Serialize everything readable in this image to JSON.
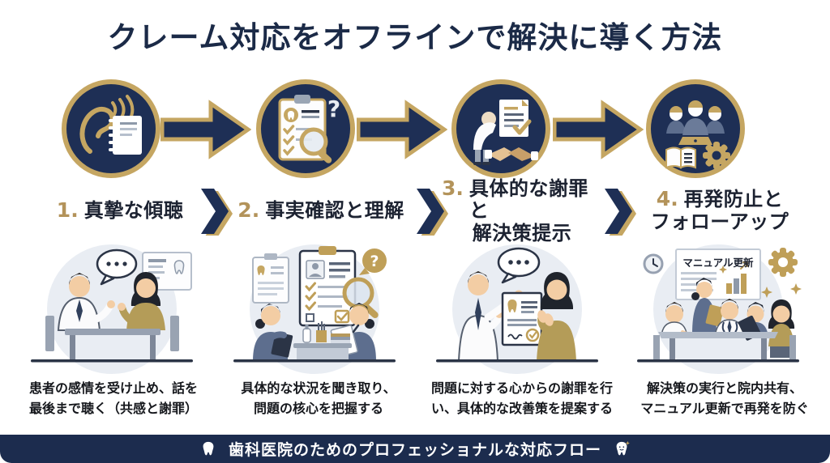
{
  "title": "クレーム対応をオフラインで解決に導く方法",
  "steps": [
    {
      "num": "1.",
      "label": "真摯な傾聴",
      "label_line2": "",
      "icon": "ear-listening-icon",
      "desc": "患者の感情を受け止め、話を\n最後まで聴く（共感と謝罪）"
    },
    {
      "num": "2.",
      "label": "事実確認と理解",
      "label_line2": "",
      "icon": "clipboard-magnifier-icon",
      "desc": "具体的な状況を聞き取り、\n問題の核心を把握する"
    },
    {
      "num": "3.",
      "label": "具体的な謝罪と",
      "label_line2": "解決策提示",
      "icon": "bow-document-handshake-icon",
      "desc": "問題に対する心からの謝罪を行\nい、具体的な改善策を提案する"
    },
    {
      "num": "4.",
      "label": "再発防止と",
      "label_line2": "フォローアップ",
      "icon": "team-book-gear-icon",
      "desc": "解決策の実行と院内共有、\nマニュアル更新で再発を防ぐ"
    }
  ],
  "panels": {
    "board_label": "マニュアル更新"
  },
  "glyphs": {
    "question_mark": "?"
  },
  "footer": {
    "text": "歯科医院のためのプロフェッショナルな対応フロー",
    "left_icon": "tooth-icon",
    "right_icon": "tooth-smile-icon"
  },
  "colors": {
    "navy": "#1e2f55",
    "gold": "#c5a662",
    "title_navy": "#1b2a47",
    "number_gold": "#b3935a",
    "footer_bg": "#1c2c4e",
    "illustration_bg": "#e9edf3",
    "olive": "#b49c58",
    "scrubs": "#5d6e8e"
  }
}
